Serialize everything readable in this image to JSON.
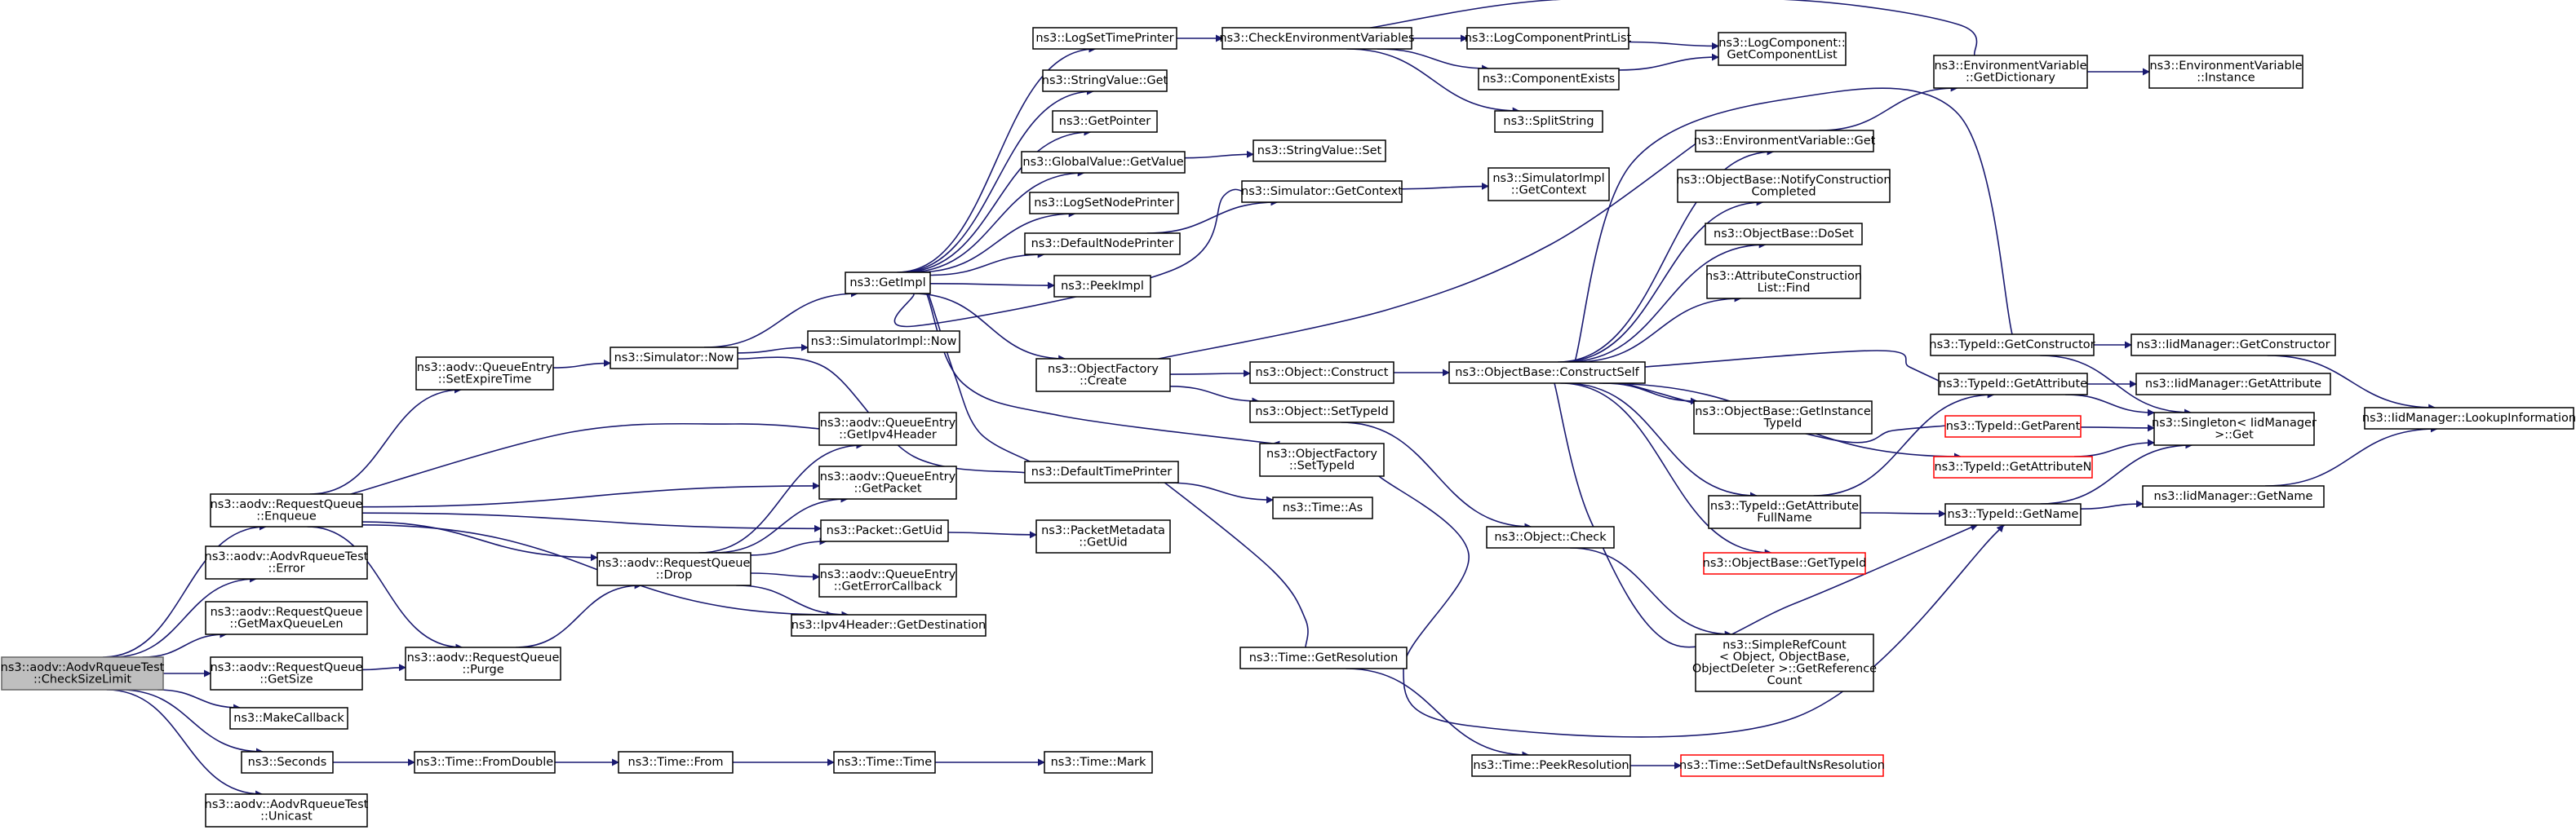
{
  "colors": {
    "edge": "#191970",
    "node_border": "#000000",
    "node_fill": "#ffffff",
    "truncated_border": "#ff0000",
    "root_fill": "#bfbfbf",
    "root_border": "#666666"
  },
  "nodes": [
    {
      "id": "root",
      "lines": [
        "ns3::aodv::AodvRqueueTest",
        "::CheckSizeLimit"
      ],
      "style": "root"
    },
    {
      "id": "enqueue",
      "lines": [
        "ns3::aodv::RequestQueue",
        "::Enqueue"
      ]
    },
    {
      "id": "aodv_error",
      "lines": [
        "ns3::aodv::AodvRqueueTest",
        "::Error"
      ]
    },
    {
      "id": "getmaxqlen",
      "lines": [
        "ns3::aodv::RequestQueue",
        "::GetMaxQueueLen"
      ]
    },
    {
      "id": "getsize",
      "lines": [
        "ns3::aodv::RequestQueue",
        "::GetSize"
      ]
    },
    {
      "id": "makecallback",
      "lines": [
        "ns3::MakeCallback"
      ]
    },
    {
      "id": "seconds",
      "lines": [
        "ns3::Seconds"
      ]
    },
    {
      "id": "unicast",
      "lines": [
        "ns3::aodv::AodvRqueueTest",
        "::Unicast"
      ]
    },
    {
      "id": "setexpire",
      "lines": [
        "ns3::aodv::QueueEntry",
        "::SetExpireTime"
      ]
    },
    {
      "id": "purge",
      "lines": [
        "ns3::aodv::RequestQueue",
        "::Purge"
      ]
    },
    {
      "id": "fromdouble",
      "lines": [
        "ns3::Time::FromDouble"
      ]
    },
    {
      "id": "simnow",
      "lines": [
        "ns3::Simulator::Now"
      ]
    },
    {
      "id": "drop",
      "lines": [
        "ns3::aodv::RequestQueue",
        "::Drop"
      ]
    },
    {
      "id": "timefrom",
      "lines": [
        "ns3::Time::From"
      ]
    },
    {
      "id": "simimplnow",
      "lines": [
        "ns3::SimulatorImpl::Now"
      ]
    },
    {
      "id": "getipv4hdr",
      "lines": [
        "ns3::aodv::QueueEntry",
        "::GetIpv4Header"
      ]
    },
    {
      "id": "getpacket",
      "lines": [
        "ns3::aodv::QueueEntry",
        "::GetPacket"
      ]
    },
    {
      "id": "pktgetuid",
      "lines": [
        "ns3::Packet::GetUid"
      ]
    },
    {
      "id": "geterrcb",
      "lines": [
        "ns3::aodv::QueueEntry",
        "::GetErrorCallback"
      ]
    },
    {
      "id": "ipv4getdest",
      "lines": [
        "ns3::Ipv4Header::GetDestination"
      ]
    },
    {
      "id": "timetime",
      "lines": [
        "ns3::Time::Time"
      ]
    },
    {
      "id": "getimpl",
      "lines": [
        "ns3::GetImpl"
      ]
    },
    {
      "id": "timemark",
      "lines": [
        "ns3::Time::Mark"
      ]
    },
    {
      "id": "logsettimeprinter",
      "lines": [
        "ns3::LogSetTimePrinter"
      ]
    },
    {
      "id": "stringvalueget",
      "lines": [
        "ns3::StringValue::Get"
      ]
    },
    {
      "id": "getpointer",
      "lines": [
        "ns3::GetPointer"
      ]
    },
    {
      "id": "globalvalueget",
      "lines": [
        "ns3::GlobalValue::GetValue"
      ]
    },
    {
      "id": "logsetnodeprinter",
      "lines": [
        "ns3::LogSetNodePrinter"
      ]
    },
    {
      "id": "defaultnodeprinter",
      "lines": [
        "ns3::DefaultNodePrinter"
      ]
    },
    {
      "id": "peekimpl",
      "lines": [
        "ns3::PeekImpl"
      ]
    },
    {
      "id": "objfactcreate",
      "lines": [
        "ns3::ObjectFactory",
        "::Create"
      ]
    },
    {
      "id": "defaulttimeprinter",
      "lines": [
        "ns3::DefaultTimePrinter"
      ]
    },
    {
      "id": "pktmetagetuid",
      "lines": [
        "ns3::PacketMetadata",
        "::GetUid"
      ]
    },
    {
      "id": "checkenv",
      "lines": [
        "ns3::CheckEnvironmentVariables"
      ]
    },
    {
      "id": "stringvalueset",
      "lines": [
        "ns3::StringValue::Set"
      ]
    },
    {
      "id": "simgetcontext",
      "lines": [
        "ns3::Simulator::GetContext"
      ]
    },
    {
      "id": "objconstruct",
      "lines": [
        "ns3::Object::Construct"
      ]
    },
    {
      "id": "objsettypeid",
      "lines": [
        "ns3::Object::SetTypeId"
      ]
    },
    {
      "id": "objfactsettypeid",
      "lines": [
        "ns3::ObjectFactory",
        "::SetTypeId"
      ]
    },
    {
      "id": "timeas",
      "lines": [
        "ns3::Time::As"
      ]
    },
    {
      "id": "timegetres",
      "lines": [
        "ns3::Time::GetResolution"
      ]
    },
    {
      "id": "logcompprintlist",
      "lines": [
        "ns3::LogComponentPrintList"
      ]
    },
    {
      "id": "compexists",
      "lines": [
        "ns3::ComponentExists"
      ]
    },
    {
      "id": "splitstring",
      "lines": [
        "ns3::SplitString"
      ]
    },
    {
      "id": "simimplgetctx",
      "lines": [
        "ns3::SimulatorImpl",
        "::GetContext"
      ]
    },
    {
      "id": "objbaseconstructself",
      "lines": [
        "ns3::ObjectBase::ConstructSelf"
      ]
    },
    {
      "id": "objcheck",
      "lines": [
        "ns3::Object::Check"
      ]
    },
    {
      "id": "timepeekres",
      "lines": [
        "ns3::Time::PeekResolution"
      ]
    },
    {
      "id": "logcompgetlist",
      "lines": [
        "ns3::LogComponent::",
        "GetComponentList"
      ]
    },
    {
      "id": "envvarget",
      "lines": [
        "ns3::EnvironmentVariable::Get"
      ]
    },
    {
      "id": "objbasenotify",
      "lines": [
        "ns3::ObjectBase::NotifyConstruction",
        "Completed"
      ]
    },
    {
      "id": "objbasedoset",
      "lines": [
        "ns3::ObjectBase::DoSet"
      ]
    },
    {
      "id": "attrconstrfind",
      "lines": [
        "ns3::AttributeConstruction",
        "List::Find"
      ]
    },
    {
      "id": "objbasegetinst",
      "lines": [
        "ns3::ObjectBase::GetInstance",
        "TypeId"
      ]
    },
    {
      "id": "typeidgetattrfullname",
      "lines": [
        "ns3::TypeId::GetAttribute",
        "FullName"
      ]
    },
    {
      "id": "objbasegettypeid",
      "lines": [
        "ns3::ObjectBase::GetTypeId"
      ],
      "style": "truncated"
    },
    {
      "id": "simplerefcount",
      "lines": [
        "ns3::SimpleRefCount",
        "< Object, ObjectBase,",
        "ObjectDeleter >::GetReference",
        "Count"
      ]
    },
    {
      "id": "timesetdefaultres",
      "lines": [
        "ns3::Time::SetDefaultNsResolution"
      ],
      "style": "truncated"
    },
    {
      "id": "envvargetdict",
      "lines": [
        "ns3::EnvironmentVariable",
        "::GetDictionary"
      ]
    },
    {
      "id": "typeidgetconstructor",
      "lines": [
        "ns3::TypeId::GetConstructor"
      ]
    },
    {
      "id": "typeidgetattribute",
      "lines": [
        "ns3::TypeId::GetAttribute"
      ]
    },
    {
      "id": "typeidgetparent",
      "lines": [
        "ns3::TypeId::GetParent"
      ],
      "style": "truncated"
    },
    {
      "id": "typeidgetattributen",
      "lines": [
        "ns3::TypeId::GetAttributeN"
      ],
      "style": "truncated"
    },
    {
      "id": "typeidgetname",
      "lines": [
        "ns3::TypeId::GetName"
      ]
    },
    {
      "id": "envvarinstance",
      "lines": [
        "ns3::EnvironmentVariable",
        "::Instance"
      ]
    },
    {
      "id": "iidgetconstructor",
      "lines": [
        "ns3::IidManager::GetConstructor"
      ]
    },
    {
      "id": "iidgetattribute",
      "lines": [
        "ns3::IidManager::GetAttribute"
      ]
    },
    {
      "id": "singletonget",
      "lines": [
        "ns3::Singleton< IidManager",
        " >::Get"
      ]
    },
    {
      "id": "iidgetname",
      "lines": [
        "ns3::IidManager::GetName"
      ]
    },
    {
      "id": "iidlookupinfo",
      "lines": [
        "ns3::IidManager::LookupInformation"
      ]
    }
  ],
  "edges": [
    [
      "root",
      "enqueue"
    ],
    [
      "root",
      "aodv_error"
    ],
    [
      "root",
      "getmaxqlen"
    ],
    [
      "root",
      "getsize"
    ],
    [
      "root",
      "makecallback"
    ],
    [
      "root",
      "seconds"
    ],
    [
      "root",
      "unicast"
    ],
    [
      "enqueue",
      "setexpire"
    ],
    [
      "enqueue",
      "getipv4hdr"
    ],
    [
      "enqueue",
      "getpacket"
    ],
    [
      "enqueue",
      "pktgetuid"
    ],
    [
      "enqueue",
      "drop"
    ],
    [
      "enqueue",
      "ipv4getdest"
    ],
    [
      "enqueue",
      "purge"
    ],
    [
      "getsize",
      "purge"
    ],
    [
      "seconds",
      "fromdouble"
    ],
    [
      "fromdouble",
      "timefrom"
    ],
    [
      "timefrom",
      "timetime"
    ],
    [
      "timetime",
      "timemark"
    ],
    [
      "setexpire",
      "simnow"
    ],
    [
      "purge",
      "drop"
    ],
    [
      "drop",
      "getipv4hdr"
    ],
    [
      "drop",
      "getpacket"
    ],
    [
      "drop",
      "pktgetuid"
    ],
    [
      "drop",
      "geterrcb"
    ],
    [
      "drop",
      "ipv4getdest"
    ],
    [
      "simnow",
      "getimpl"
    ],
    [
      "simnow",
      "simimplnow"
    ],
    [
      "pktgetuid",
      "pktmetagetuid"
    ],
    [
      "getimpl",
      "logsettimeprinter"
    ],
    [
      "getimpl",
      "stringvalueget"
    ],
    [
      "getimpl",
      "getpointer"
    ],
    [
      "getimpl",
      "globalvalueget"
    ],
    [
      "getimpl",
      "logsetnodeprinter"
    ],
    [
      "getimpl",
      "defaultnodeprinter"
    ],
    [
      "getimpl",
      "peekimpl"
    ],
    [
      "getimpl",
      "objfactcreate"
    ],
    [
      "getimpl",
      "defaulttimeprinter"
    ],
    [
      "getimpl",
      "objfactsettypeid"
    ],
    [
      "getimpl",
      "simgetcontext"
    ],
    [
      "logsettimeprinter",
      "checkenv"
    ],
    [
      "globalvalueget",
      "stringvalueset"
    ],
    [
      "defaultnodeprinter",
      "simgetcontext"
    ],
    [
      "defaulttimeprinter",
      "simnow"
    ],
    [
      "defaulttimeprinter",
      "timeas"
    ],
    [
      "defaulttimeprinter",
      "timegetres"
    ],
    [
      "objfactcreate",
      "objconstruct"
    ],
    [
      "objfactcreate",
      "objsettypeid"
    ],
    [
      "objfactcreate",
      "envvarget"
    ],
    [
      "objfactsettypeid",
      "typeidgetname"
    ],
    [
      "checkenv",
      "logcompprintlist"
    ],
    [
      "checkenv",
      "compexists"
    ],
    [
      "checkenv",
      "splitstring"
    ],
    [
      "checkenv",
      "envvargetdict"
    ],
    [
      "logcompprintlist",
      "logcompgetlist"
    ],
    [
      "compexists",
      "logcompgetlist"
    ],
    [
      "simgetcontext",
      "simimplgetctx"
    ],
    [
      "objconstruct",
      "objbaseconstructself"
    ],
    [
      "objsettypeid",
      "objcheck"
    ],
    [
      "timegetres",
      "timepeekres"
    ],
    [
      "timepeekres",
      "timesetdefaultres"
    ],
    [
      "objcheck",
      "simplerefcount"
    ],
    [
      "objbaseconstructself",
      "envvarget"
    ],
    [
      "objbaseconstructself",
      "objbasenotify"
    ],
    [
      "objbaseconstructself",
      "objbasedoset"
    ],
    [
      "objbaseconstructself",
      "attrconstrfind"
    ],
    [
      "objbaseconstructself",
      "typeidgetconstructor"
    ],
    [
      "objbaseconstructself",
      "typeidgetattribute"
    ],
    [
      "objbaseconstructself",
      "objbasegetinst"
    ],
    [
      "objbaseconstructself",
      "typeidgetattributen"
    ],
    [
      "objbaseconstructself",
      "typeidgetattrfullname"
    ],
    [
      "objbaseconstructself",
      "objbasegettypeid"
    ],
    [
      "objbaseconstructself",
      "typeidgetname"
    ],
    [
      "objbaseconstructself",
      "typeidgetparent"
    ],
    [
      "envvarget",
      "envvargetdict"
    ],
    [
      "envvargetdict",
      "envvarinstance"
    ],
    [
      "typeidgetattrfullname",
      "typeidgetattribute"
    ],
    [
      "typeidgetattrfullname",
      "typeidgetname"
    ],
    [
      "typeidgetconstructor",
      "iidgetconstructor"
    ],
    [
      "typeidgetconstructor",
      "singletonget"
    ],
    [
      "typeidgetattribute",
      "iidgetattribute"
    ],
    [
      "typeidgetattribute",
      "singletonget"
    ],
    [
      "typeidgetparent",
      "singletonget"
    ],
    [
      "typeidgetattributen",
      "singletonget"
    ],
    [
      "typeidgetname",
      "iidgetname"
    ],
    [
      "typeidgetname",
      "singletonget"
    ],
    [
      "iidgetconstructor",
      "iidlookupinfo"
    ],
    [
      "iidgetname",
      "iidlookupinfo"
    ]
  ]
}
